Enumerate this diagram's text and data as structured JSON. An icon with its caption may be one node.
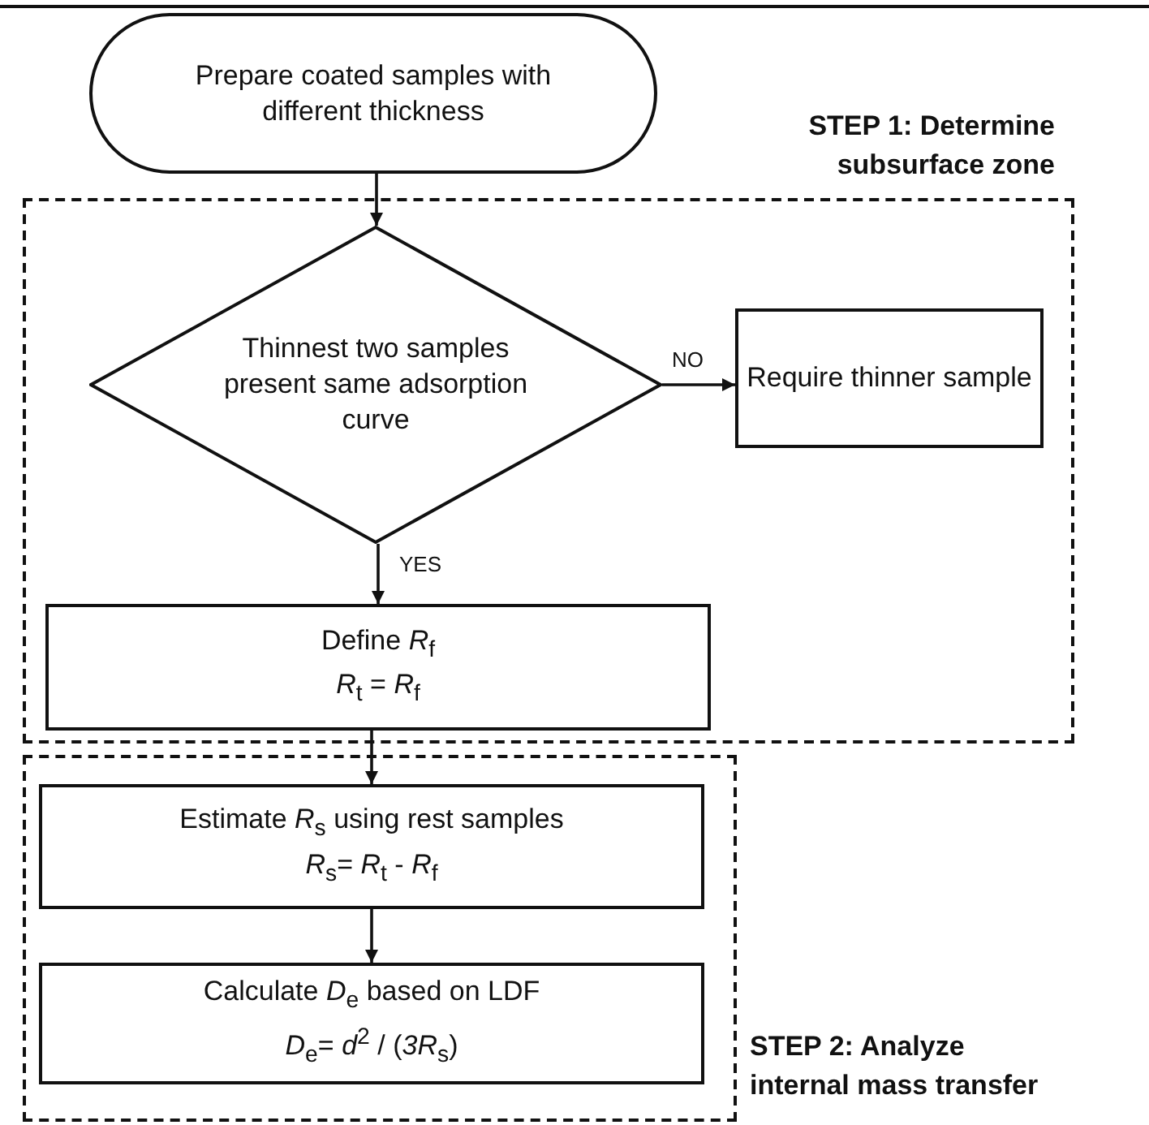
{
  "diagram": {
    "nodes": [
      {
        "text": [
          "Prepare coated samples with different thickness"
        ]
      },
      {
        "text": [
          "STEP 1: Determine subsurface zone"
        ]
      },
      {
        "text": [
          "Thinnest two samples present same adsorption curve"
        ],
        "in": 1
      },
      {
        "text": [
          "Require thinner sample"
        ],
        "in": 1
      },
      {
        "text": [
          "Define *R*$_{f}$",
          "*R*$_{t}$ = *R*$_{f}$"
        ],
        "in": 1
      },
      {
        "text": [
          "STEP 2: Analyze internal mass transfer"
        ]
      },
      {
        "text": [
          "Estimate *R*$_{s}$ using rest samples",
          "*R*$_{s}$= *R*$_{t}$ - *R*$_{f}$"
        ],
        "in": 5
      },
      {
        "text": [
          "Calculate *D*$_{e}$ based on LDF",
          "*D*$_{e}$= *d*$^{2}$ / (*3R*$_{s}$)"
        ],
        "in": 5
      }
    ],
    "edges": [
      {
        "from": 0,
        "to": 2,
        "arrow": "to"
      },
      {
        "from": 2,
        "to": 3,
        "arrow": "to",
        "label": "NO"
      },
      {
        "from": 2,
        "to": 4,
        "arrow": "to",
        "label": "YES"
      },
      {
        "from": 4,
        "to": 6,
        "arrow": "to"
      },
      {
        "from": 6,
        "to": 7,
        "arrow": "to"
      }
    ]
  }
}
